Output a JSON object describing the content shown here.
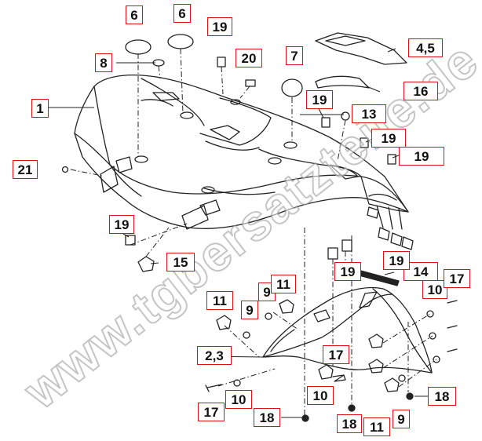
{
  "watermark": "www.tgbersatzteile.de",
  "callouts": {
    "c1": "1",
    "c23": "2,3",
    "c45": "4,5",
    "c6a": "6",
    "c6b": "6",
    "c7": "7",
    "c8": "8",
    "c9a": "9",
    "c9b": "9",
    "c9c": "9",
    "c10a": "10",
    "c10b": "10",
    "c10c": "10",
    "c11a": "11",
    "c11b": "11",
    "c11c": "11",
    "c13": "13",
    "c14": "14",
    "c15": "15",
    "c16": "16",
    "c17a": "17",
    "c17b": "17",
    "c17c": "17",
    "c18a": "18",
    "c18b": "18",
    "c18c": "18",
    "c19a": "19",
    "c19b": "19",
    "c19c": "19",
    "c19d": "19",
    "c19e": "19",
    "c19f": "19",
    "c19g": "19",
    "c20": "20",
    "c21": "21"
  },
  "colors": {
    "line": "#222222",
    "callout_border": "#d11111",
    "shade": "#cfcfcf"
  }
}
